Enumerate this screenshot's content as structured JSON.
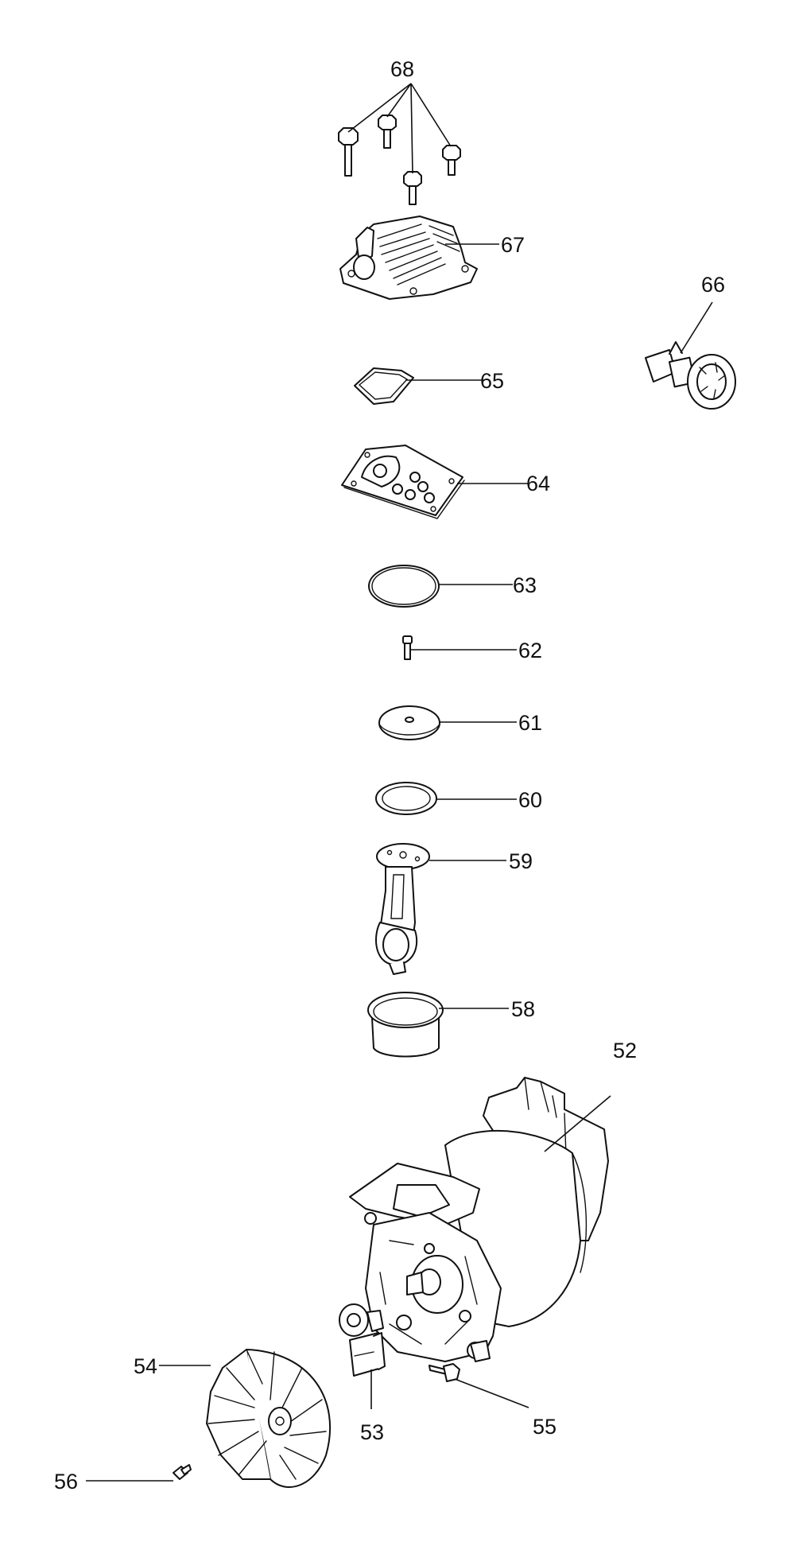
{
  "diagram": {
    "callouts": [
      {
        "id": "c68",
        "label": "68"
      },
      {
        "id": "c67",
        "label": "67"
      },
      {
        "id": "c66",
        "label": "66"
      },
      {
        "id": "c65",
        "label": "65"
      },
      {
        "id": "c64",
        "label": "64"
      },
      {
        "id": "c63",
        "label": "63"
      },
      {
        "id": "c62",
        "label": "62"
      },
      {
        "id": "c61",
        "label": "61"
      },
      {
        "id": "c60",
        "label": "60"
      },
      {
        "id": "c59",
        "label": "59"
      },
      {
        "id": "c58",
        "label": "58"
      },
      {
        "id": "c52",
        "label": "52"
      },
      {
        "id": "c54",
        "label": "54"
      },
      {
        "id": "c53",
        "label": "53"
      },
      {
        "id": "c55",
        "label": "55"
      },
      {
        "id": "c56",
        "label": "56"
      }
    ]
  }
}
